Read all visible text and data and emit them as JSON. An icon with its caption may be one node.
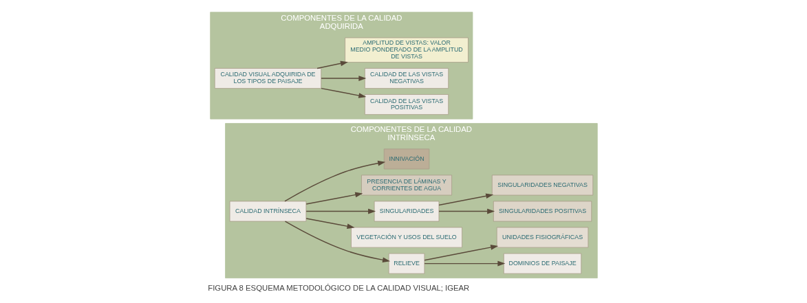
{
  "diagram": {
    "caption": "FIGURA 8 ESQUEMA METODOLÓGICO DE LA CALIDAD VISUAL; IGEAR",
    "nodes": [
      {
        "text": [
          "COMPONENTES DE LA CALIDAD INTRÍNSECA"
        ]
      },
      {
        "text": [
          "CALIDAD INTRÍNSECA"
        ],
        "in": 0
      },
      {
        "text": [
          "RELIEVE"
        ],
        "in": 0
      },
      {
        "text": [
          "DOMINIOS DE PAISAJE"
        ],
        "in": 0
      },
      {
        "text": [
          "UNIDADES FISIOGRÁFICAS"
        ],
        "in": 0
      },
      {
        "text": [
          "VEGETACIÓN Y USOS DEL SUELO"
        ],
        "in": 0
      },
      {
        "text": [
          "SINGULARIDADES"
        ],
        "in": 0
      },
      {
        "text": [
          "SINGULARIDADES POSITIVAS"
        ],
        "in": 0
      },
      {
        "text": [
          "SINGULARIDADES NEGATIVAS"
        ],
        "in": 0
      },
      {
        "text": [
          "PRESENCIA DE LÁMINAS Y CORRIENTES DE AGUA"
        ],
        "in": 0
      },
      {
        "text": [
          "INNIVACIÓN"
        ],
        "in": 0
      },
      {
        "text": [
          "COMPONENTES DE LA CALIDAD ADQUIRIDA"
        ]
      },
      {
        "text": [
          "CALIDAD VISUAL ADQUIRIDA DE LOS TIPOS DE PAISAJE"
        ],
        "in": 11
      },
      {
        "text": [
          "CALIDAD DE LAS VISTAS POSITIVAS"
        ],
        "in": 11
      },
      {
        "text": [
          "CALIDAD DE LAS VISTAS NEGATIVAS"
        ],
        "in": 11
      },
      {
        "text": [
          "AMPLITUD DE VISTAS: VALOR MEDIO PONDERADO DE LA AMPLITUD DE VISTAS"
        ],
        "in": 11
      }
    ],
    "edges": [
      {
        "from": 1,
        "to": 2,
        "arrow": "to"
      },
      {
        "from": 2,
        "to": 3,
        "arrow": "to"
      },
      {
        "from": 2,
        "to": 4,
        "arrow": "to"
      },
      {
        "from": 1,
        "to": 5,
        "arrow": "to"
      },
      {
        "from": 1,
        "to": 6,
        "arrow": "to"
      },
      {
        "from": 6,
        "to": 7,
        "arrow": "to"
      },
      {
        "from": 6,
        "to": 8,
        "arrow": "to"
      },
      {
        "from": 1,
        "to": 9,
        "arrow": "to"
      },
      {
        "from": 1,
        "to": 10,
        "arrow": "to"
      },
      {
        "from": 12,
        "to": 13,
        "arrow": "to"
      },
      {
        "from": 12,
        "to": 14,
        "arrow": "to"
      },
      {
        "from": 12,
        "to": 15,
        "arrow": "to"
      }
    ]
  }
}
